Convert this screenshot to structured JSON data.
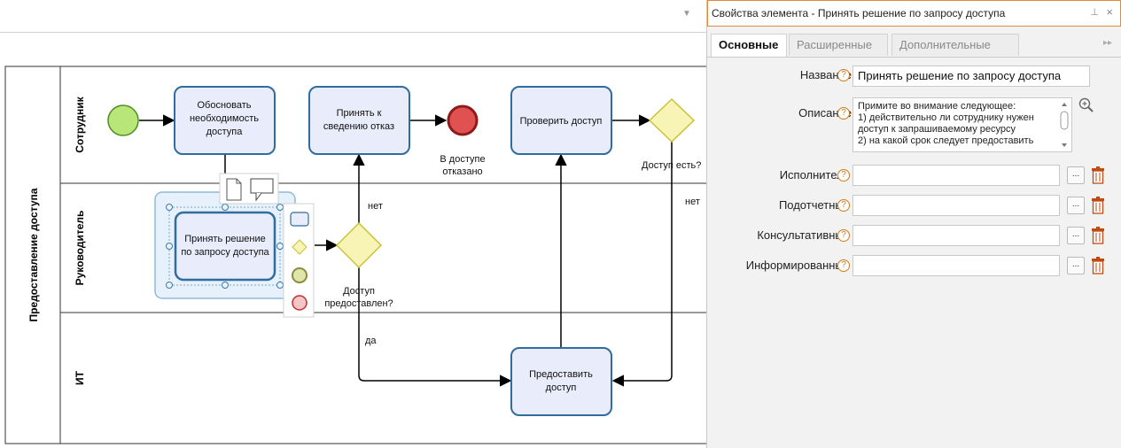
{
  "diagram": {
    "pool_label": "Предоставление доступа",
    "lanes": [
      "Сотрудник",
      "Руководитель",
      "ИТ"
    ],
    "tasks": {
      "justify": [
        "Обосновать",
        "необходимость",
        "доступа"
      ],
      "accept_refusal": [
        "Принять к",
        "сведению отказ"
      ],
      "check_access": "Проверить доступ",
      "decide": [
        "Принять решение",
        "по запросу доступа"
      ],
      "grant": [
        "Предоставить",
        "доступ"
      ]
    },
    "end_event_label": [
      "В доступе",
      "отказано"
    ],
    "gateways": {
      "access_granted": [
        "Доступ",
        "предоставлен?"
      ],
      "access_exists": "Доступ есть?"
    },
    "flow_labels": {
      "no": "нет",
      "no2": "нет",
      "yes": "да"
    }
  },
  "panel": {
    "title": "Свойства элемента - Принять решение по запросу доступа",
    "tabs": [
      "Основные",
      "Расширенные",
      "Дополнительные"
    ],
    "fields": {
      "name_label": "Название",
      "name_value": "Принять решение по запросу доступа",
      "desc_label": "Описание",
      "desc_lines": [
        "Примите во внимание следующее:",
        "1) действительно ли сотруднику нужен",
        "доступ к запрашиваемому ресурсу",
        "2) на какой срок следует предоставить"
      ],
      "roles": [
        "Исполнители",
        "Подотчетные",
        "Консультативные",
        "Информированные"
      ],
      "help_glyph": "?",
      "ellipsis": "..."
    }
  },
  "colors": {
    "task_fill": "#e8ecfb",
    "task_stroke": "#2e6d9e",
    "start_fill": "#b9e678",
    "end_fill": "#e05252",
    "gateway_fill": "#f7f4b5",
    "gateway_stroke": "#c9c23a",
    "accent": "#e08a3c"
  }
}
